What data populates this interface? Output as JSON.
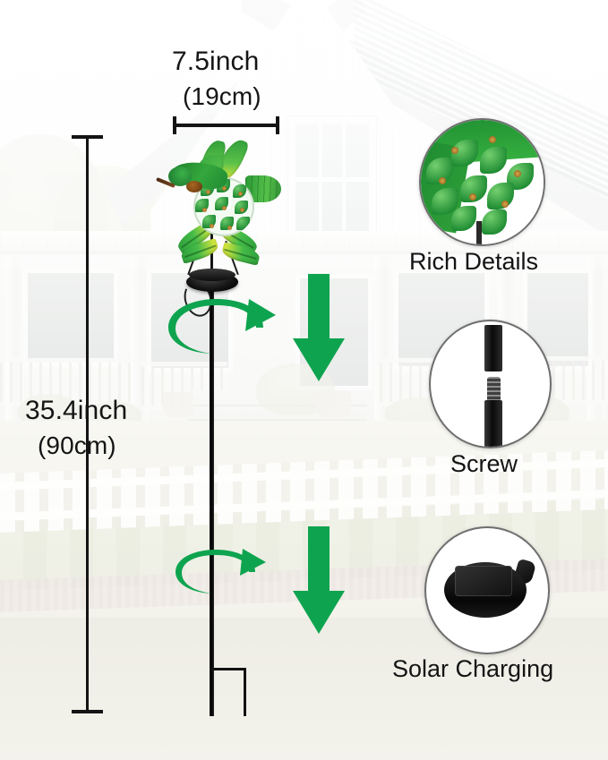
{
  "product": {
    "type": "solar garden stake with hummingbird wind spinner",
    "colors": {
      "arrow_green": "#0EA44F",
      "text_dark": "#141414",
      "circle_border": "#6F6F6F",
      "pole_black": "#0A0A0A"
    }
  },
  "dimensions": {
    "width_inch": "7.5inch",
    "width_cm": "(19cm)",
    "height_inch": "35.4inch",
    "height_cm": "(90cm)"
  },
  "callouts": [
    {
      "id": "rich-details",
      "label": "Rich Details",
      "icon": "flower-glass-closeup-icon"
    },
    {
      "id": "screw",
      "label": "Screw",
      "icon": "threaded-pole-icon"
    },
    {
      "id": "solar-charging",
      "label": "Solar Charging",
      "icon": "solar-panel-icon"
    }
  ],
  "motion": {
    "spin_top": "rotation-arrow-clockwise",
    "spin_bottom": "rotation-arrow-clockwise",
    "down_top": "down-arrow",
    "down_bottom": "down-arrow"
  },
  "background": {
    "scene": "white farmhouse with porch, picket fence and lawn"
  }
}
